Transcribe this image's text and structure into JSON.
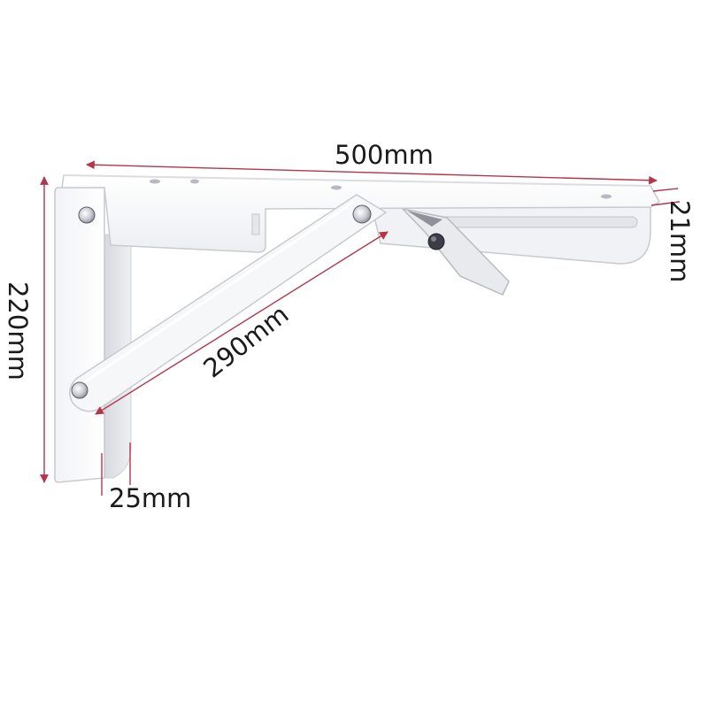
{
  "diagram": {
    "subject": "folding shelf bracket",
    "colors": {
      "bracket_fill": "#f7f7f9",
      "bracket_edge": "#c9cacf",
      "dimension_line": "#b5354a",
      "label": "#1a1a1a"
    },
    "dimensions": {
      "length": "500mm",
      "height": "220mm",
      "thickness": "21mm",
      "brace": "290mm",
      "width": "25mm"
    }
  }
}
